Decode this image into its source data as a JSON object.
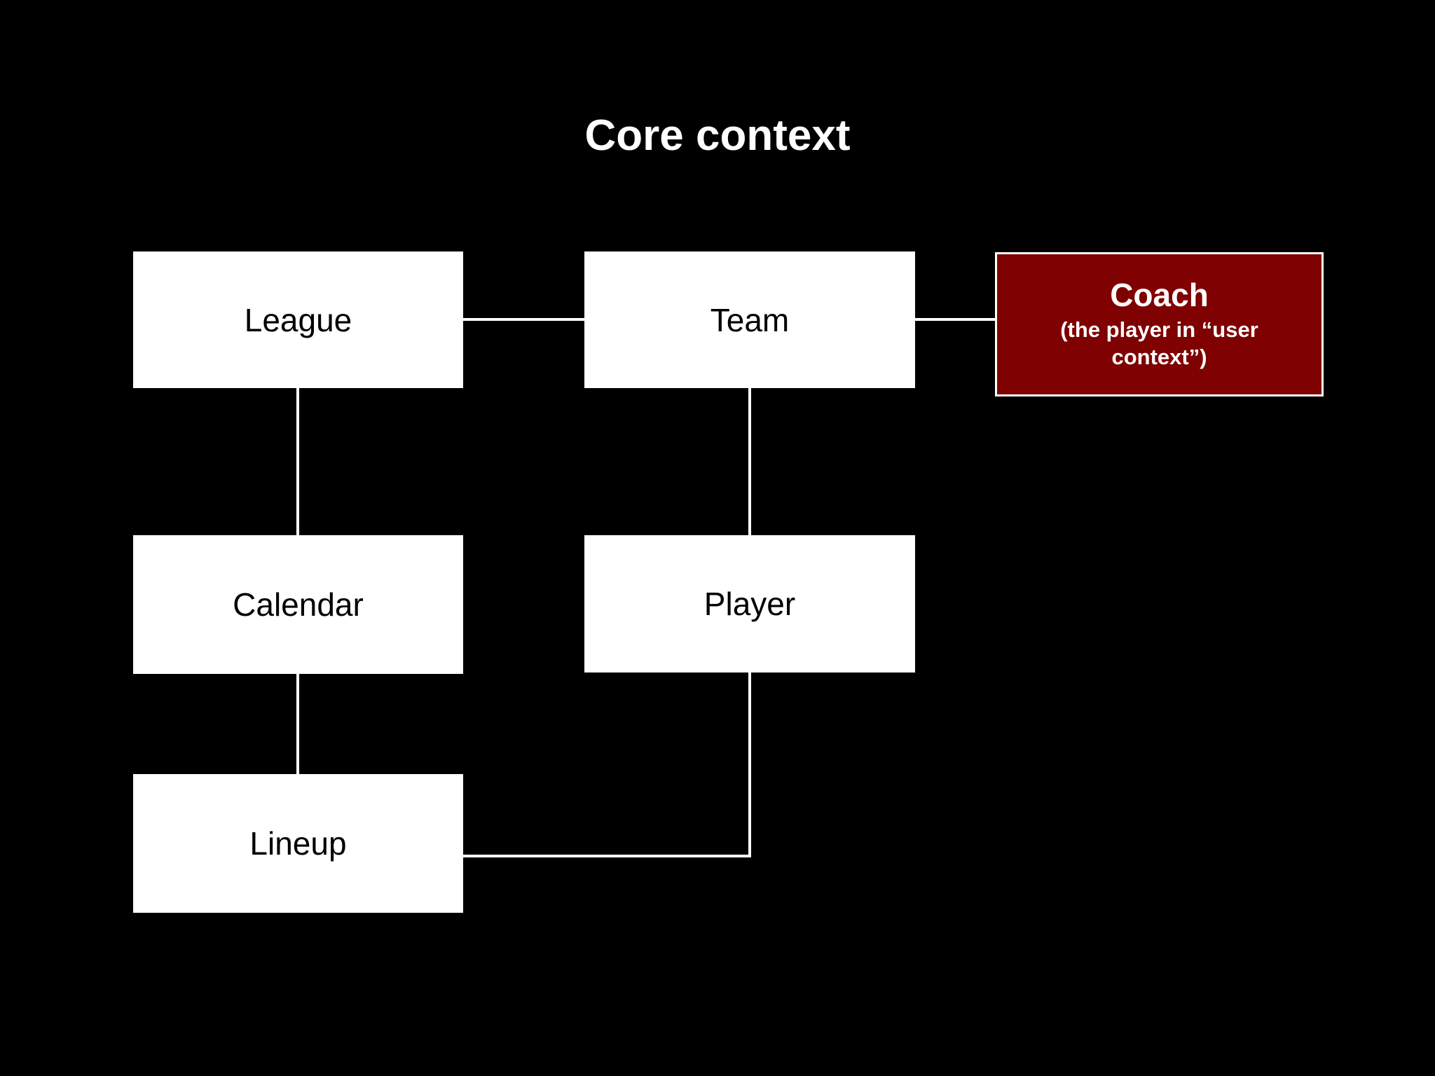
{
  "title": "Core context",
  "colors": {
    "background": "#000000",
    "node_fill": "#ffffff",
    "node_text": "#000000",
    "coach_fill": "#7f0101",
    "coach_border": "#ffffff",
    "coach_text": "#ffffff",
    "connector": "#ffffff",
    "title_text": "#ffffff"
  },
  "nodes": {
    "league": {
      "label": "League"
    },
    "team": {
      "label": "Team"
    },
    "coach": {
      "label": "Coach",
      "subtitle": "(the player in “user context”)"
    },
    "calendar": {
      "label": "Calendar"
    },
    "player": {
      "label": "Player"
    },
    "lineup": {
      "label": "Lineup"
    }
  },
  "edges": [
    {
      "from": "League",
      "to": "Team"
    },
    {
      "from": "Team",
      "to": "Coach"
    },
    {
      "from": "League",
      "to": "Calendar"
    },
    {
      "from": "Team",
      "to": "Player"
    },
    {
      "from": "Calendar",
      "to": "Lineup"
    },
    {
      "from": "Lineup",
      "to": "Player"
    }
  ]
}
